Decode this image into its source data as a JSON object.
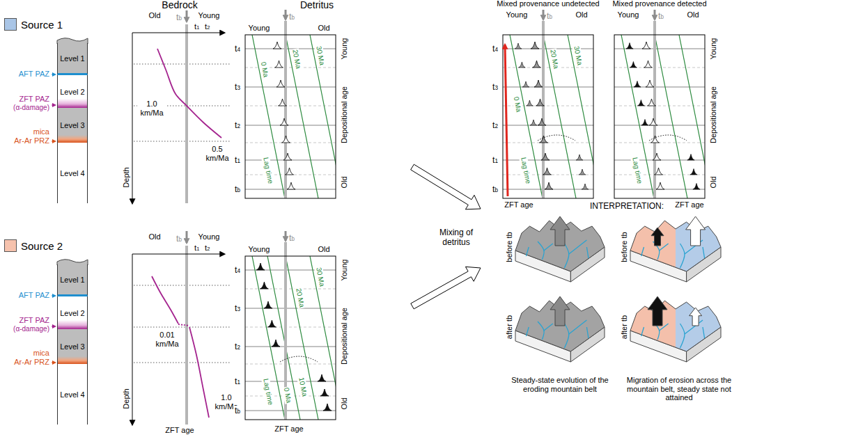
{
  "diagram": {
    "nodes": [
      {
        "text": [
          "Level 1"
        ]
      },
      {
        "text": [
          "Level 2"
        ]
      },
      {
        "text": [
          "Level 3"
        ]
      },
      {
        "text": [
          "Level 4"
        ]
      },
      {
        "text": [
          "Level 1"
        ]
      },
      {
        "text": [
          "Level 2"
        ]
      },
      {
        "text": [
          "Level 3"
        ]
      },
      {
        "text": [
          "Level 4"
        ]
      }
    ],
    "labels": [
      "AFT PAZ",
      "ZFT PAZ",
      "(α-damage)",
      "mica",
      "Ar-Ar PRZ",
      "Bedrock",
      "Old",
      "Young",
      "tb",
      "t1",
      "t2",
      "1.0 km/Ma",
      "0.5 km/Ma",
      "Depth",
      "Detritus",
      "Young",
      "tb",
      "Old",
      "t4",
      "t3",
      "t2",
      "t1",
      "tb",
      "0 Ma",
      "20 Ma",
      "30 Ma",
      "Lag time",
      "Young",
      "Depositional age",
      "Old",
      "Mixed provenance undetected",
      "Young",
      "tb",
      "Old",
      "t4",
      "t3",
      "t2",
      "t1",
      "tb",
      "0 Ma",
      "20 Ma",
      "30 Ma",
      "Lag time",
      "ZFT age",
      "Mixed provenance detected",
      "Young",
      "tb",
      "Old",
      "Lag time",
      "ZFT age",
      "Young",
      "Depositional age",
      "Old",
      "AFT PAZ",
      "ZFT PAZ",
      "(α-damage)",
      "mica",
      "Ar-Ar PRZ",
      "Old",
      "Young",
      "tb",
      "t1",
      "t2",
      "0.01 km/Ma",
      "1.0 km/Ma",
      "Depth",
      "ZFT age",
      "Young",
      "tb",
      "Old",
      "t4",
      "t3",
      "t2",
      "t1",
      "tb",
      "0 Ma",
      "10 Ma",
      "20 Ma",
      "30 Ma",
      "Lag time",
      "ZFT age",
      "Young",
      "Depositional age",
      "Old",
      "Mixing of detritus",
      "INTERPRETATION:",
      "before tb",
      "after tb",
      "before tb",
      "after tb",
      "Steady-state evolution of the eroding mountain belt",
      "Migration of erosion across the mountain belt, steady state not attained"
    ],
    "legend": [
      {
        "text": "Source 1",
        "color": "#a9c5e6"
      },
      {
        "text": "Source 2",
        "color": "#f6c2ad"
      }
    ]
  }
}
